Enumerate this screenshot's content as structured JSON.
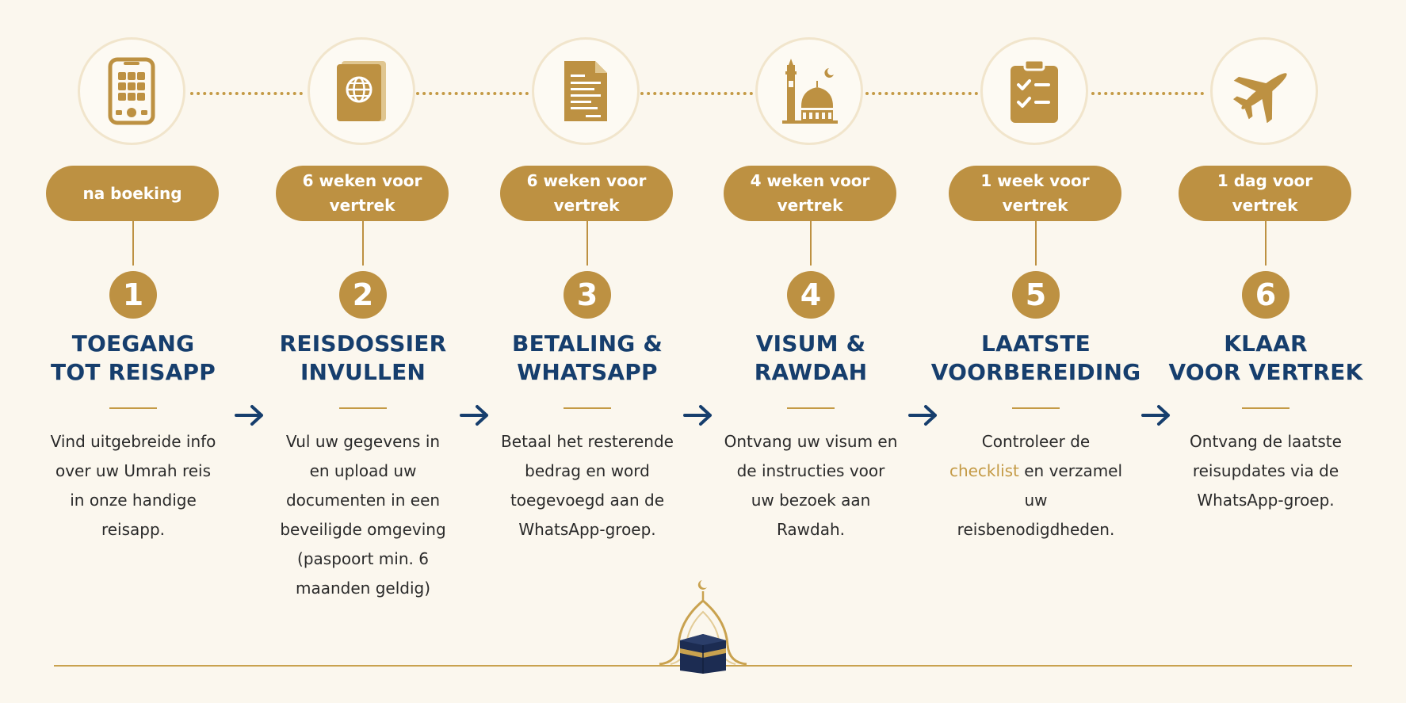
{
  "steps": [
    {
      "icon": "smartphone-app-icon",
      "timing": "na boeking",
      "number": "1",
      "title": "TOEGANG\nTOT REISAPP",
      "description": "Vind uitgebreide info over uw Umrah reis in onze handige reisapp."
    },
    {
      "icon": "passport-icon",
      "timing": "6 weken voor vertrek",
      "number": "2",
      "title": "REISDOSSIER\nINVULLEN",
      "description": "Vul uw gegevens in en upload uw documenten in een beveiligde omgeving (paspoort min. 6 maanden geldig)"
    },
    {
      "icon": "document-icon",
      "timing": "6 weken voor vertrek",
      "number": "3",
      "title": "BETALING &\nWHATSAPP",
      "description": "Betaal het resterende bedrag en word toegevoegd aan de WhatsApp-groep."
    },
    {
      "icon": "mosque-icon",
      "timing": "4 weken voor vertrek",
      "number": "4",
      "title": "VISUM &\nRAWDAH",
      "description": "Ontvang uw visum en de instructies voor uw bezoek aan Rawdah."
    },
    {
      "icon": "clipboard-checklist-icon",
      "timing": "1 week voor vertrek",
      "number": "5",
      "title": "LAATSTE\nVOORBEREIDING",
      "description_before": "Controleer de ",
      "description_highlight": "checklist",
      "description_after": " en verzamel uw reisbenodigdheden."
    },
    {
      "icon": "airplane-icon",
      "timing": "1 dag voor vertrek",
      "number": "6",
      "title": "KLAAR\nVOOR VERTREK",
      "description": "Ontvang de laatste reisupdates via de WhatsApp-groep."
    }
  ],
  "colors": {
    "gold": "#bd9142",
    "navy": "#163e6d",
    "background": "#fbf7ee",
    "highlight": "#c49a45"
  },
  "decorations": {
    "footer_emblem": "kaaba-dome-icon",
    "step_arrow": "arrow-right-icon"
  }
}
